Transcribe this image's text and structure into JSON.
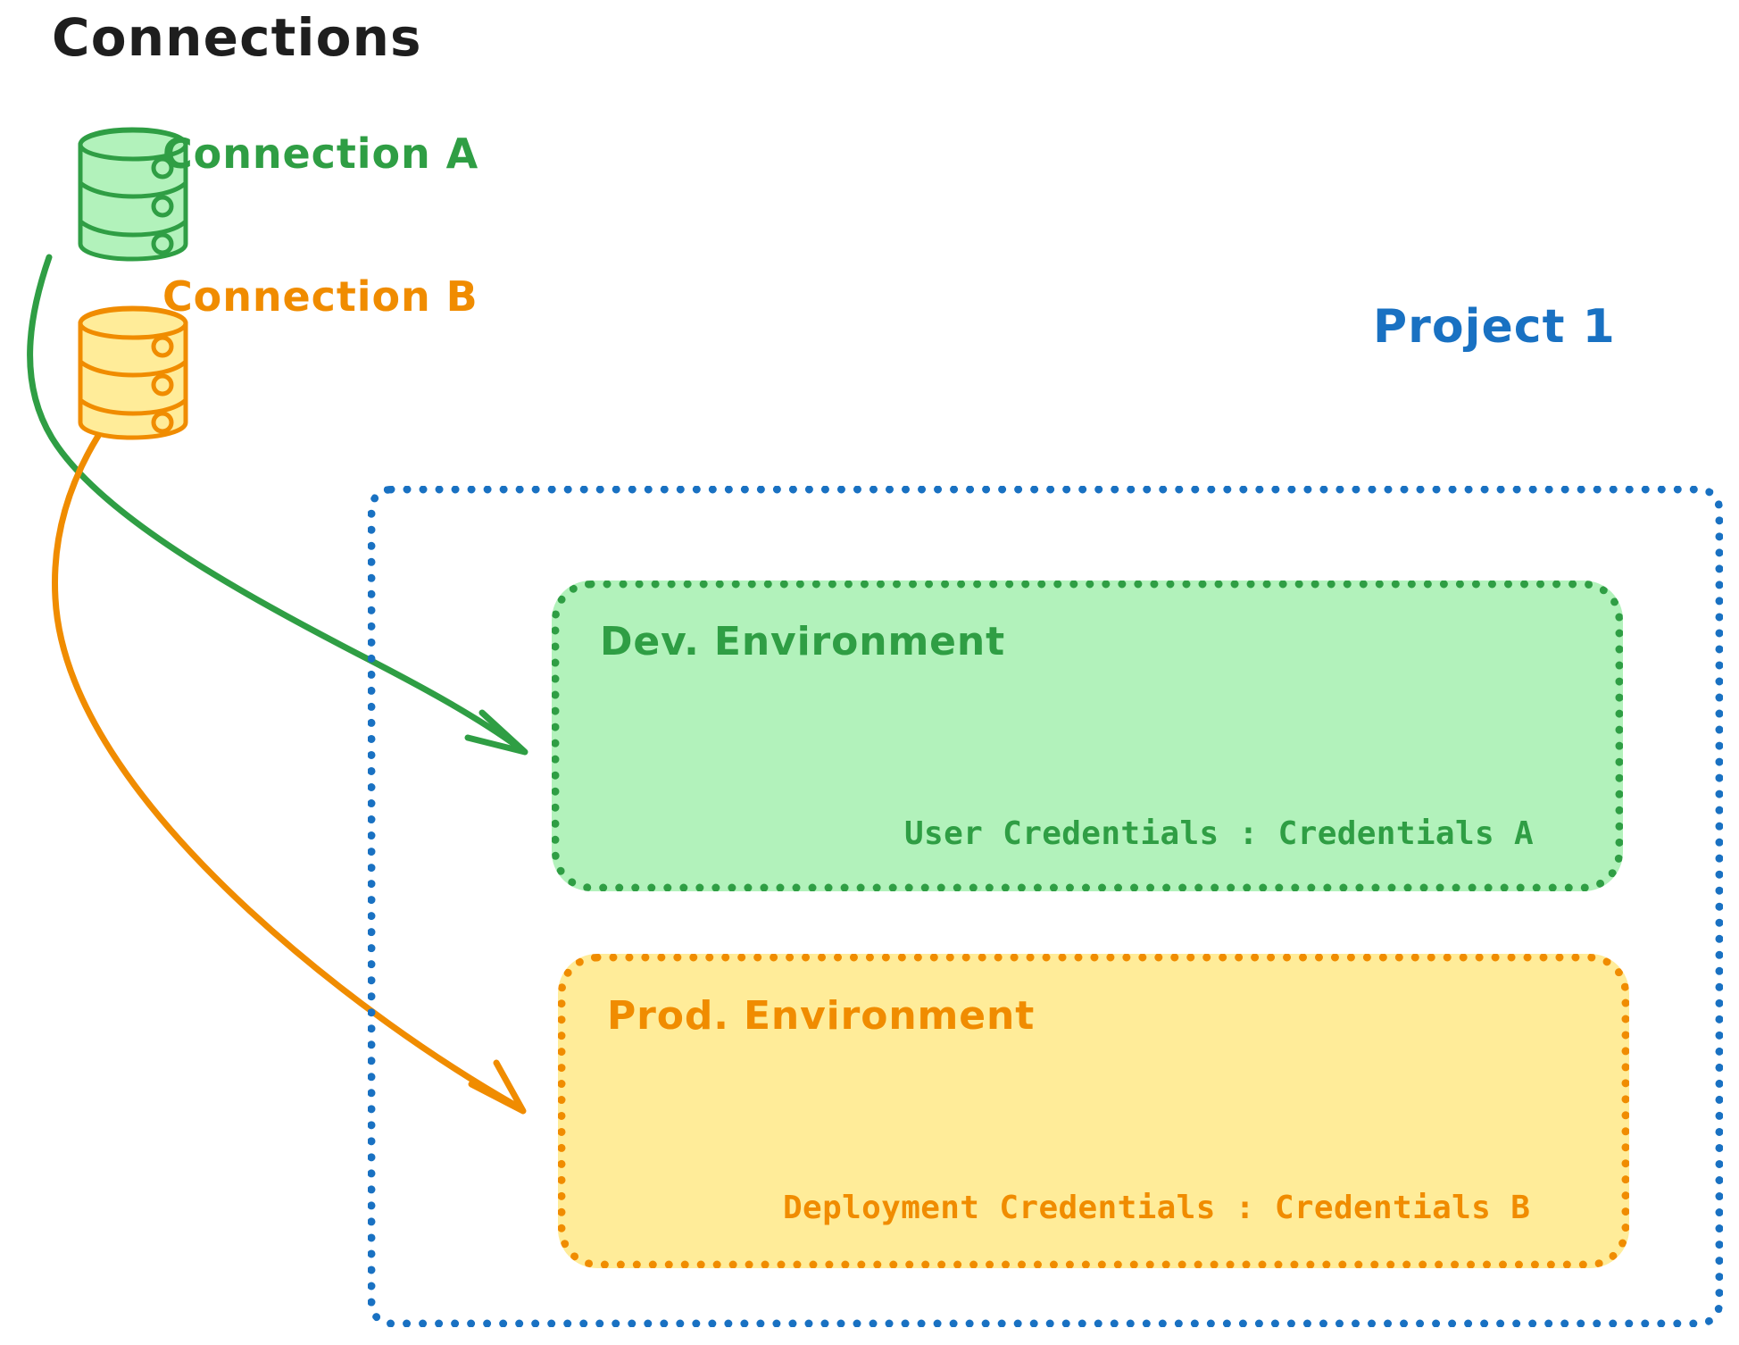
{
  "diagram": {
    "title": "Connections",
    "connections": [
      {
        "icon": "database-cylinder-icon",
        "label": "Connection A",
        "color": "#2f9e44"
      },
      {
        "icon": "database-cylinder-icon",
        "label": "Connection B",
        "color": "#f08c00"
      }
    ],
    "project": {
      "title": "Project 1",
      "color": "#1971c2",
      "environments": [
        {
          "title": "Dev. Environment",
          "credentials_label": "User Credentials : Credentials A",
          "color": "#2f9e44",
          "fill": "#b2f2bb"
        },
        {
          "title": "Prod. Environment",
          "credentials_label": "Deployment Credentials : Credentials B",
          "color": "#f08c00",
          "fill": "#ffec99"
        }
      ]
    },
    "arrows": [
      {
        "name": "connection-a-to-dev-arrow",
        "from": "Connection A",
        "to": "Dev. Environment",
        "color": "#2f9e44"
      },
      {
        "name": "connection-b-to-prod-arrow",
        "from": "Connection B",
        "to": "Prod. Environment",
        "color": "#f08c00"
      }
    ]
  }
}
